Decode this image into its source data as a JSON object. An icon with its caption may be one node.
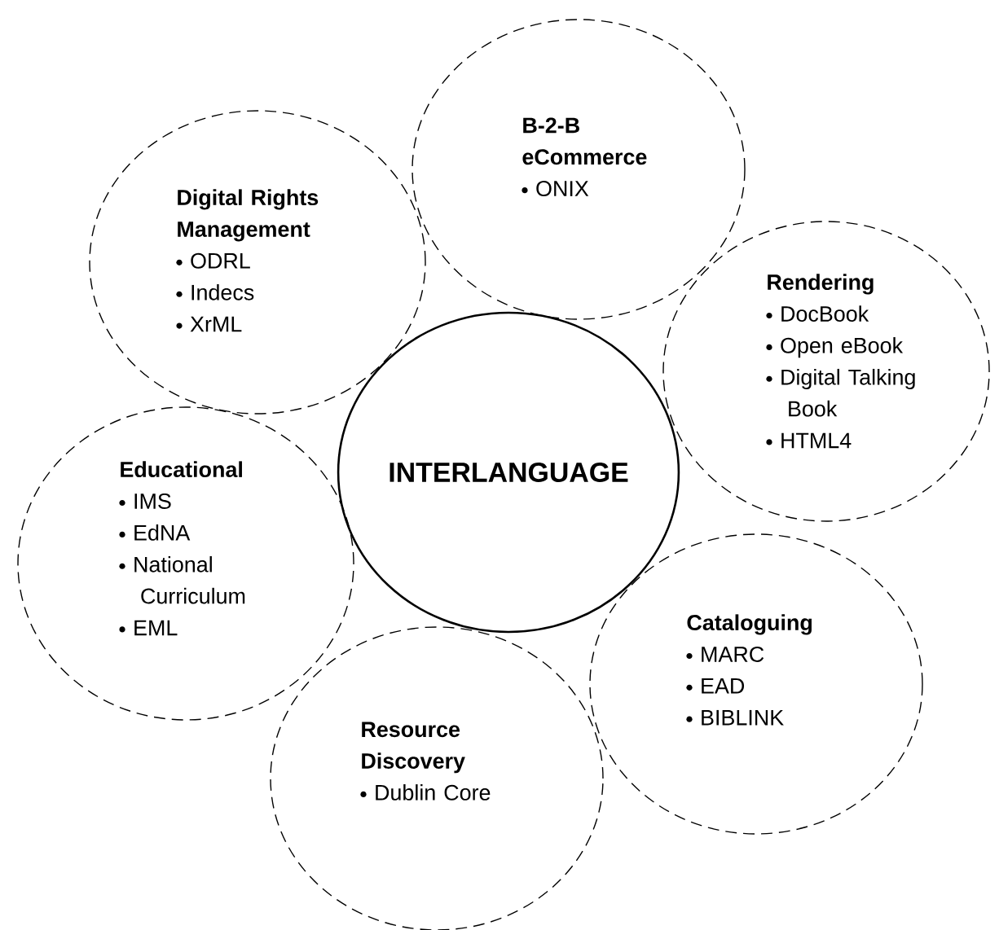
{
  "diagram": {
    "nodes": [
      {
        "text": [
          "B-2-B eCommerce",
          "ONIX"
        ]
      },
      {
        "text": [
          "Digital Rights Management",
          "ODRL",
          "Indecs",
          "XrML"
        ]
      },
      {
        "text": [
          "Rendering",
          "DocBook",
          "Open eBook",
          "Digital Talking Book",
          "HTML4"
        ]
      },
      {
        "text": [
          "INTERLANGUAGE"
        ]
      },
      {
        "text": [
          "Educational",
          "IMS",
          "EdNA",
          "National Curriculum",
          "EML"
        ]
      },
      {
        "text": [
          "Cataloguing",
          "MARC",
          "EAD",
          "BIBLINK"
        ]
      },
      {
        "text": [
          "Resource Discovery",
          "Dublin Core"
        ]
      }
    ]
  }
}
